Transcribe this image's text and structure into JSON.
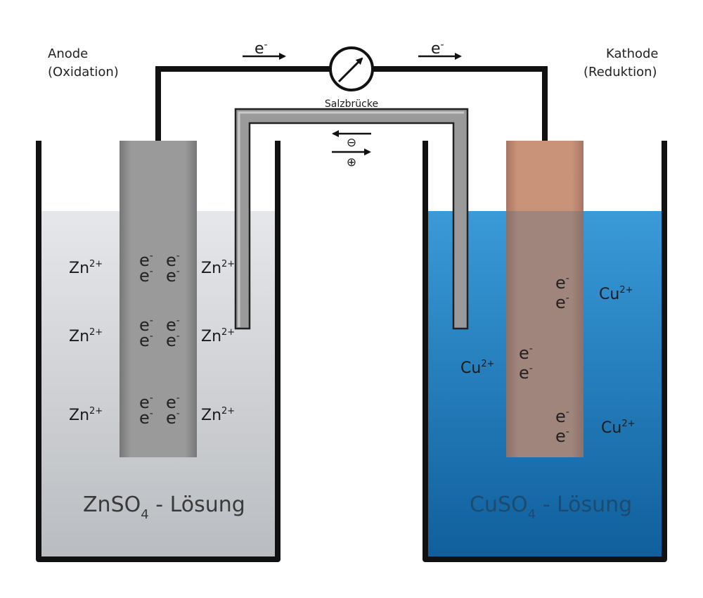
{
  "anode": {
    "line1": "Anode",
    "line2": "(Oxidation)"
  },
  "cathode": {
    "line1": "Kathode",
    "line2": "(Reduktion)"
  },
  "salt_bridge": {
    "label": "Salzbrücke",
    "minus_symbol": "⊖",
    "plus_symbol": "⊕"
  },
  "electron_flow": {
    "symbol": "e",
    "charge": "-"
  },
  "left_beaker": {
    "ion_symbol": "Zn",
    "ion_charge": "2+",
    "solution_prefix": "ZnSO",
    "solution_subscript": "4",
    "solution_suffix": " - Lösung",
    "electron_symbol": "e",
    "electron_charge": "-"
  },
  "right_beaker": {
    "ion_symbol": "Cu",
    "ion_charge": "2+",
    "solution_prefix": "CuSO",
    "solution_subscript": "4",
    "solution_suffix": " - Lösung",
    "electron_symbol": "e",
    "electron_charge": "-"
  },
  "colors": {
    "zinc_solution": "#cfd2d6",
    "copper_solution": "#1f7fc0",
    "zinc_electrode": "#8e8e8e",
    "copper_electrode": "#c08a72",
    "wire": "#111111"
  }
}
